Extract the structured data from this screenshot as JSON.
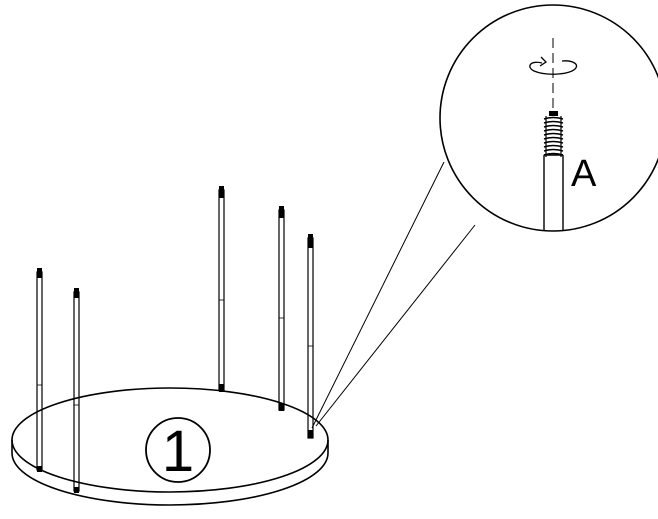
{
  "diagram": {
    "step_number": "1",
    "detail_label": "A",
    "ink_color": "#000000",
    "paper_color": "#ffffff",
    "rod_count": 5,
    "icons": {
      "rotation": "rotate-clockwise-icon"
    }
  }
}
